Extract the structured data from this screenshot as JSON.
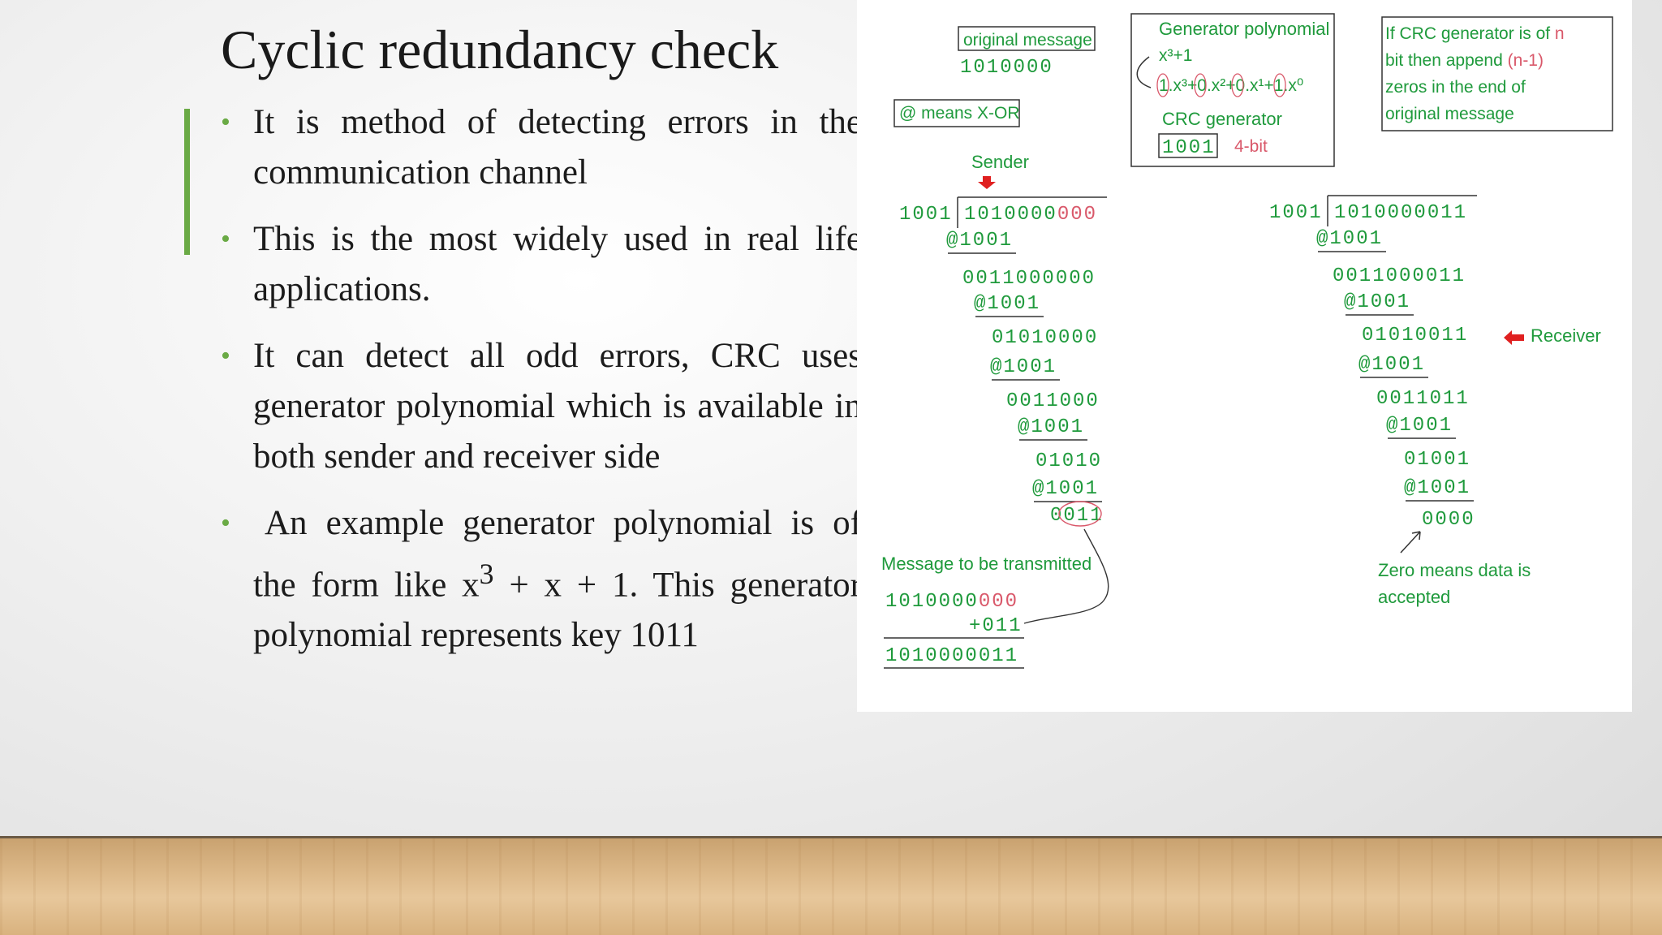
{
  "slide": {
    "title": "Cyclic redundancy check",
    "bullets": [
      {
        "text": "It is method of detecting errors in the communication channel"
      },
      {
        "text": "This is the most widely used in real life applications."
      },
      {
        "text": "It can detect all odd errors, CRC uses generator polynomial which is available in both sender and receiver side"
      },
      {
        "text_before": "An example generator polynomial is of the form like x",
        "superscript": "3",
        "text_after": " + x + 1. This generator polynomial represents key 1011"
      }
    ],
    "accent_color": "#6aaa45"
  },
  "figure": {
    "original_message_label": "original message",
    "original_message_value": "1010000",
    "xor_note": "@ means X-OR",
    "generator_box": {
      "title": "Generator polynomial",
      "poly": "x³+1",
      "expanded": "1.x³+0.x²+0.x¹+1.x⁰",
      "crc_label": "CRC generator",
      "crc_value": "1001",
      "bits_note": "4-bit"
    },
    "rule_box": {
      "line1": "If CRC generator is of ",
      "n": "n",
      "line2": "bit then append ",
      "n_minus_1": "(n-1)",
      "line3": "zeros in the end of",
      "line4": "original message"
    },
    "sender_label": "Sender",
    "sender_divisor": "1001",
    "sender_dividend": "1010000",
    "sender_zeros": "000",
    "sender_steps": [
      {
        "xor": "@1001",
        "result": "0011000000"
      },
      {
        "xor": "@1001",
        "result": "01010000"
      },
      {
        "xor": "@1001",
        "result": "0011000"
      },
      {
        "xor": "@1001",
        "result": "01010"
      },
      {
        "xor": "@1001",
        "result": "0011"
      }
    ],
    "transmit_label": "Message to be transmitted",
    "transmit_message": "1010000",
    "transmit_zeros": "000",
    "transmit_add": "+011",
    "transmit_result": "1010000011",
    "receiver_label": "Receiver",
    "receiver_divisor": "1001",
    "receiver_dividend": "1010000011",
    "receiver_steps": [
      {
        "xor": "@1001",
        "result": "0011000011"
      },
      {
        "xor": "@1001",
        "result": "01010011"
      },
      {
        "xor": "@1001",
        "result": "0011011"
      },
      {
        "xor": "@1001",
        "result": "01001"
      },
      {
        "xor": "@1001",
        "result": "0000"
      }
    ],
    "zero_note_line1": "Zero means data is",
    "zero_note_line2": "accepted",
    "colors": {
      "green": "#1f9a3c",
      "red": "#d9586a",
      "arrow_red": "#e02020"
    }
  }
}
